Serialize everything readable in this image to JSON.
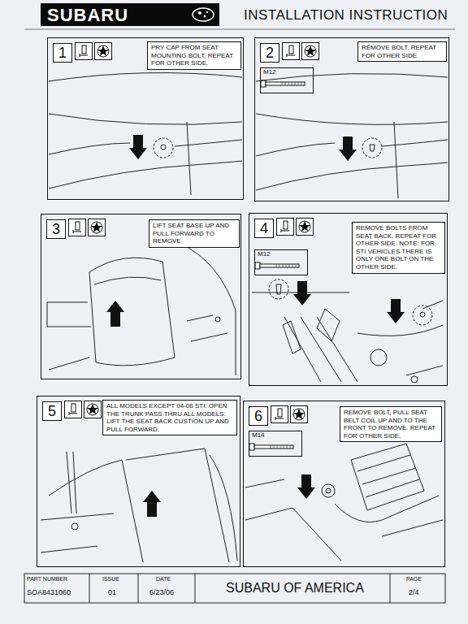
{
  "diagram": {
    "title": "INSTALLATION INSTRUCTION",
    "nodes": [
      {
        "text": [
          "1"
        ]
      },
      {
        "text": [
          "PRY CAP FROM SEAT MOUNTING BOLT, REPEAT FOR OTHER SIDE."
        ],
        "in": 0
      },
      {
        "text": [
          "2"
        ]
      },
      {
        "text": [
          "REMOVE BOLT, REPEAT FOR OTHER SIDE"
        ],
        "in": 2
      },
      {
        "text": [
          "M12"
        ],
        "in": 2
      },
      {
        "text": [
          "3"
        ]
      },
      {
        "text": [
          "LIFT SEAT BASE UP AND PULL FORWARD TO REMOVE"
        ],
        "in": 5
      },
      {
        "text": [
          "4"
        ]
      },
      {
        "text": [
          "REMOVE BOLTS FROM SEAT BACK, REPEAT FOR OTHER SIDE. NOTE: FOR STI VEHICLES THERE IS ONLY ONE BOLT ON THE OTHER SIDE."
        ],
        "in": 7
      },
      {
        "text": [
          "M12"
        ],
        "in": 7
      },
      {
        "text": [
          "5"
        ]
      },
      {
        "text": [
          "ALL MODELS EXCEPT 04-06 STI: OPEN THE TRUNK PASS THRU ALL MODELS: LIFT THE SEAT BACK CUSTION UP AND PULL FORWARD."
        ],
        "in": 10
      },
      {
        "text": [
          "6"
        ]
      },
      {
        "text": [
          "REMOVE BOLT, PULL SEAT BELT COIL UP AND TO THE FRONT TO REMOVE. REPEAT FOR OTHER SIDE."
        ],
        "in": 12
      },
      {
        "text": [
          "M14"
        ],
        "in": 12
      }
    ],
    "labels": [
      "SUBARU",
      "PART NUMBER",
      "SOA8431060",
      "ISSUE",
      "01",
      "DATE",
      "6/23/06",
      "SUBARU OF AMERICA",
      "PAGE",
      "2/4"
    ]
  }
}
